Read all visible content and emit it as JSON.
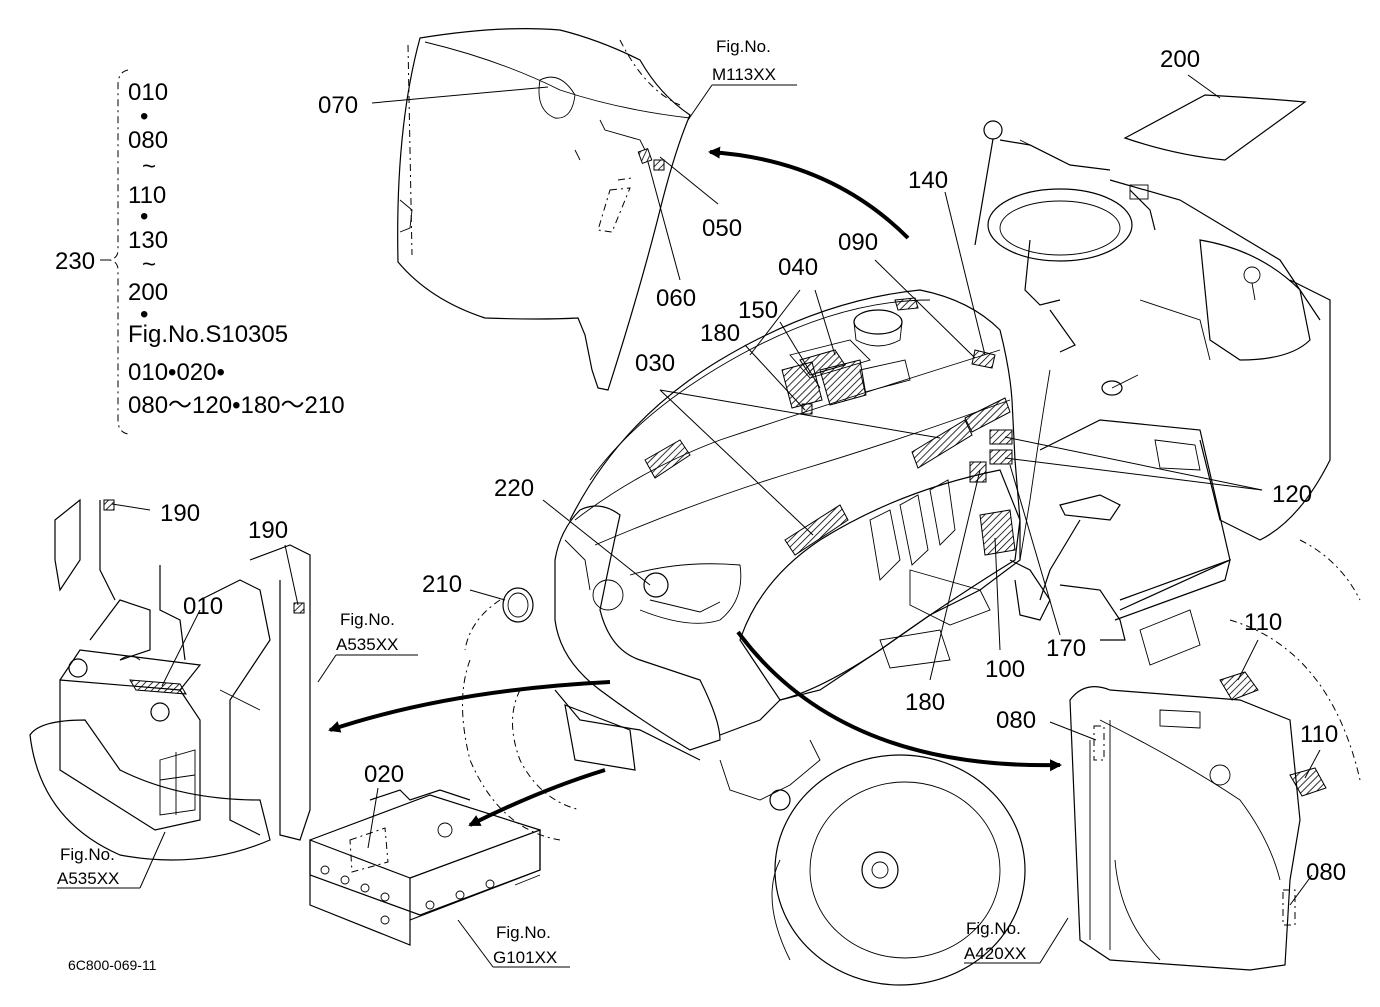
{
  "bracket_list": {
    "label": "230",
    "lines": [
      "010",
      "•",
      "080",
      "~",
      "110",
      "•",
      "130",
      "~",
      "200",
      "•",
      "Fig.No.S10305",
      "010•020•",
      "080～120•180～210"
    ]
  },
  "callouts": {
    "c070": "070",
    "c050": "050",
    "c060": "060",
    "c030": "030",
    "c040": "040",
    "c150": "150",
    "c180a": "180",
    "c090": "090",
    "c140": "140",
    "c200": "200",
    "c120": "120",
    "c220": "220",
    "c210": "210",
    "c190a": "190",
    "c190b": "190",
    "c010": "010",
    "c020": "020",
    "c100": "100",
    "c170": "170",
    "c180b": "180",
    "c110a": "110",
    "c110b": "110",
    "c080a": "080",
    "c080b": "080"
  },
  "fig_refs": {
    "m113": {
      "label": "Fig.No.",
      "code": "M113XX"
    },
    "a535_right": {
      "label": "Fig.No.",
      "code": "A535XX"
    },
    "a535_left": {
      "label": "Fig.No.",
      "code": "A535XX"
    },
    "g101": {
      "label": "Fig.No.",
      "code": "G101XX"
    },
    "a420": {
      "label": "Fig.No.",
      "code": "A420XX"
    }
  },
  "drawing_code": "6C800-069-11"
}
